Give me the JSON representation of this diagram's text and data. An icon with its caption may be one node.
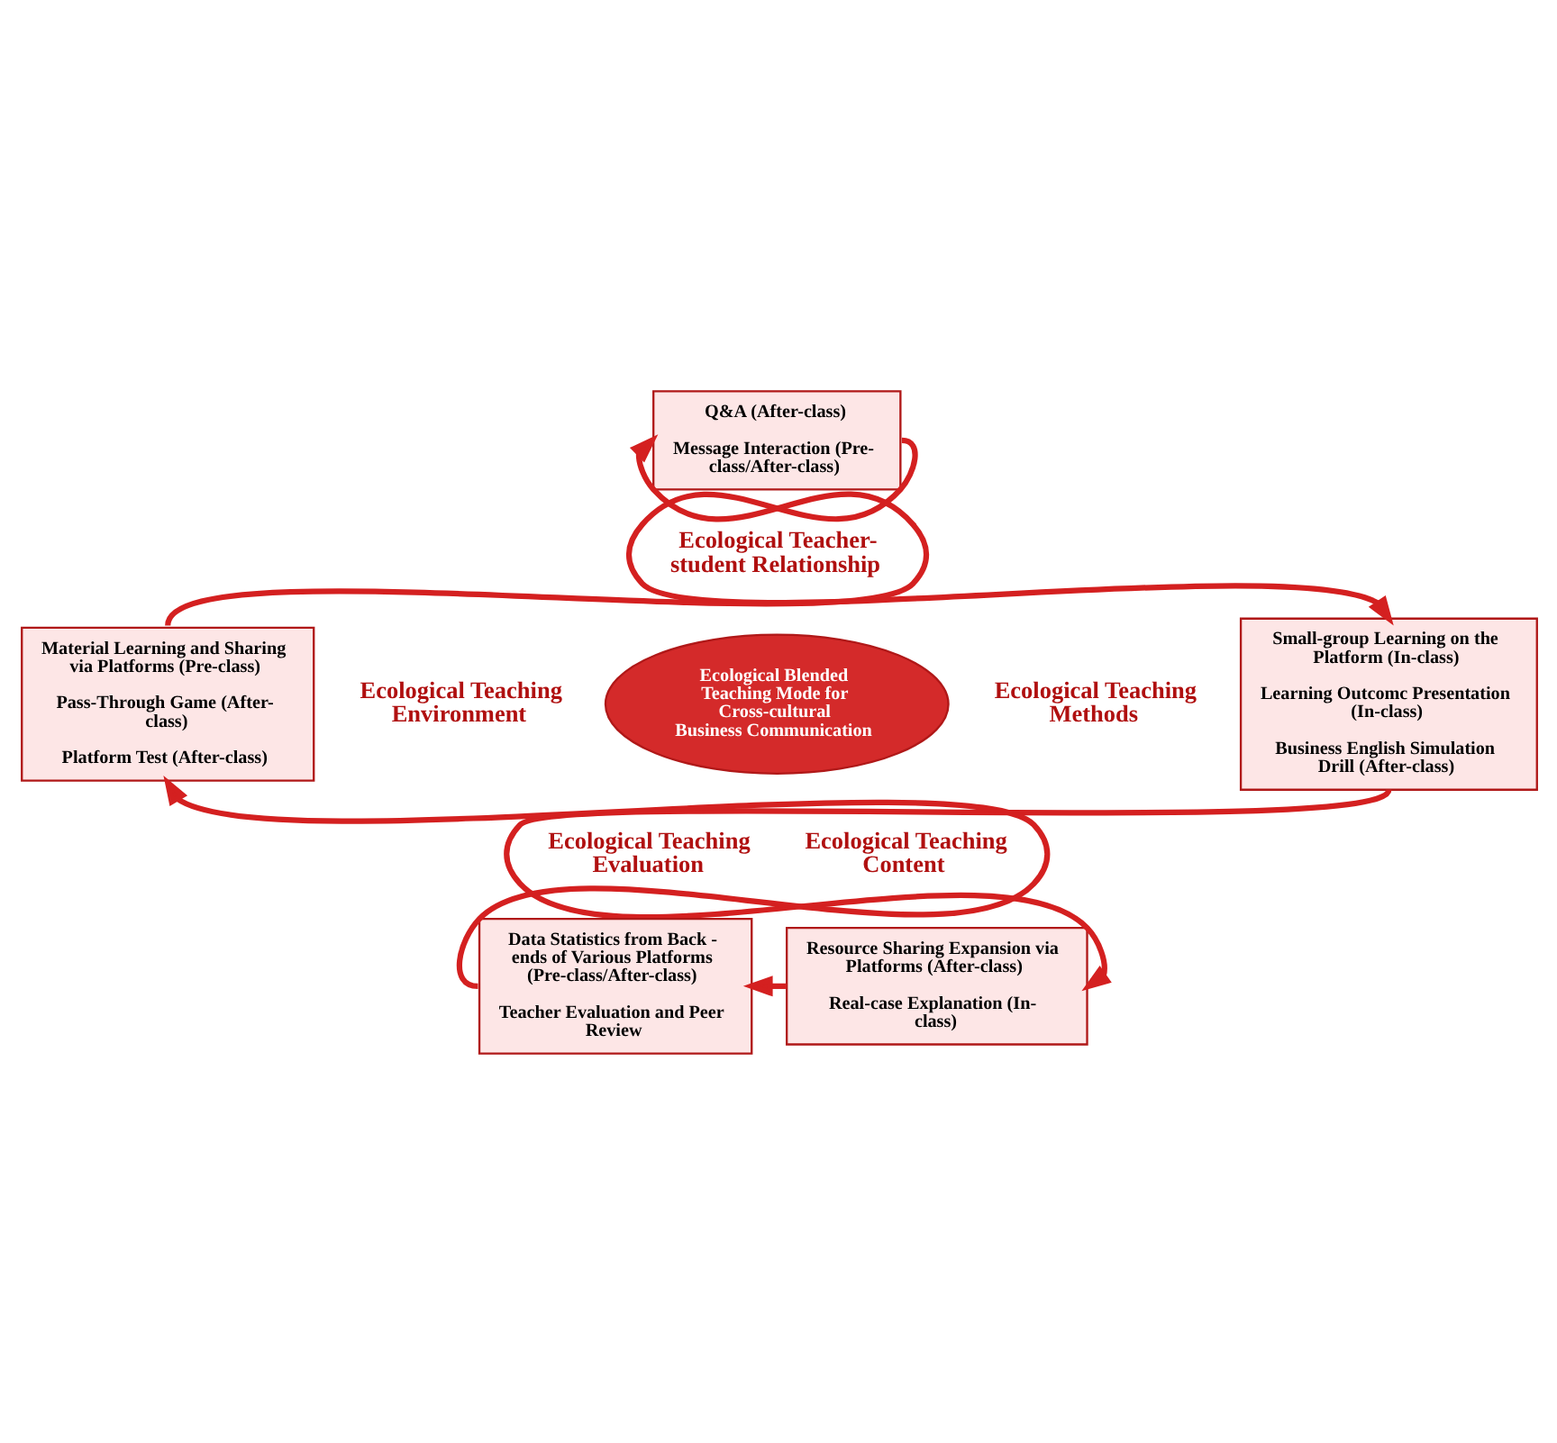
{
  "diagram": {
    "nodes": [
      {
        "text": [
          "Ecological Blended Teaching Mode for Cross-cultural Business Communication"
        ]
      },
      {
        "text": [
          "Q&A (After-class)",
          "Message Interaction (Pre-class/After-class)"
        ]
      },
      {
        "text": [
          "Small-group Learning on the Platform (In-class)",
          "Learning Outcomc Presentation (In-class)",
          "Business English Simulation Drill (After-class)"
        ]
      },
      {
        "text": [
          "Resource Sharing Expansion via Platforms (After-class)",
          "Real-case Explanation (In-class)"
        ]
      },
      {
        "text": [
          "Data Statistics from Back - ends of Various Platforms (Pre-class/After-class)",
          "Teacher Evaluation and Peer Review"
        ]
      },
      {
        "text": [
          "Material Learning and Sharing via Platforms (Pre-class)",
          "Pass-Through Game (After-class)",
          "Platform Test (After-class)"
        ]
      }
    ],
    "edges": [
      {
        "from": 1,
        "to": 2,
        "arrow": "to"
      },
      {
        "from": 2,
        "to": 3,
        "arrow": "to"
      },
      {
        "from": 3,
        "to": 4,
        "arrow": "to"
      },
      {
        "from": 4,
        "to": 5,
        "arrow": "to"
      },
      {
        "from": 5,
        "to": 1,
        "arrow": "to"
      }
    ],
    "labels": [
      "Ecological Teacher-student Relationship",
      "Ecological Teaching Methods",
      "Ecological Teaching Content",
      "Ecological Teaching Evaluation",
      "Ecological Teaching Environment"
    ]
  }
}
